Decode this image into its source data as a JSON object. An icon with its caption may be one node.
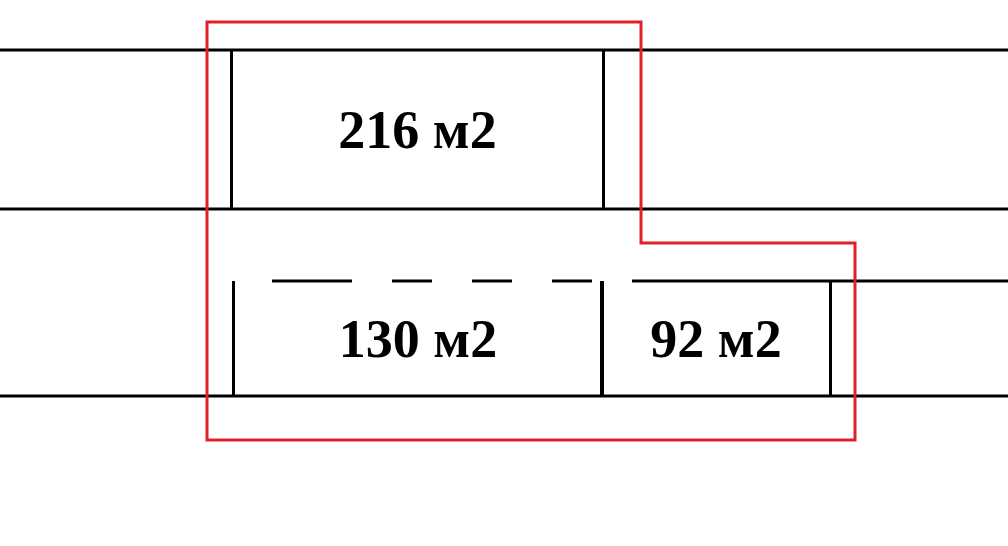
{
  "diagram": {
    "nodes": [
      {
        "text": [
          "216 м2"
        ]
      },
      {
        "text": [
          "130 м2"
        ]
      },
      {
        "text": [
          "92 м2"
        ]
      }
    ],
    "edges": []
  }
}
